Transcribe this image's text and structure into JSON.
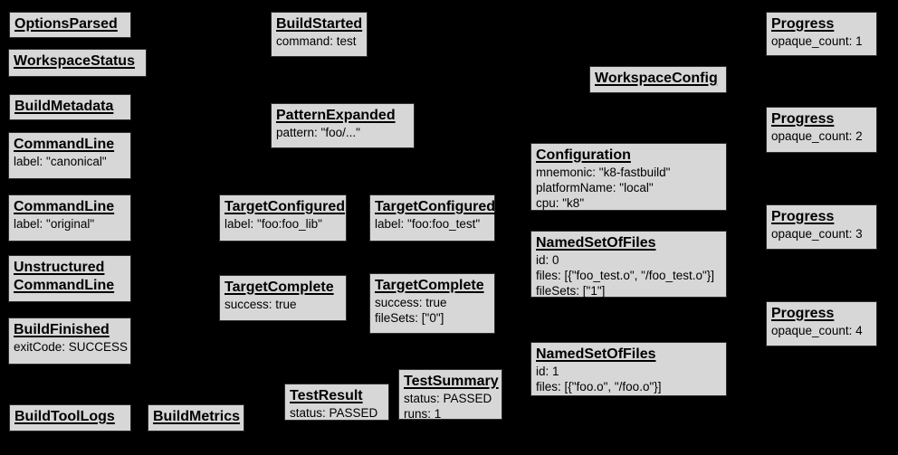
{
  "diagram": {
    "background": "#000000",
    "node_fill": "#d7d7d7",
    "node_border": "#2e2e2e",
    "text_color": "#000000"
  },
  "nodes": [
    {
      "title": "OptionsParsed",
      "lines": []
    },
    {
      "title": "WorkspaceStatus",
      "lines": []
    },
    {
      "title": "BuildMetadata",
      "lines": []
    },
    {
      "title": "CommandLine",
      "lines": [
        "label: \"canonical\""
      ]
    },
    {
      "title": "CommandLine",
      "lines": [
        "label: \"original\""
      ]
    },
    {
      "title": "Unstructured CommandLine",
      "lines": []
    },
    {
      "title": "BuildFinished",
      "lines": [
        "exitCode: SUCCESS"
      ]
    },
    {
      "title": "BuildToolLogs",
      "lines": []
    },
    {
      "title": "BuildMetrics",
      "lines": []
    },
    {
      "title": "BuildStarted",
      "lines": [
        "command: test"
      ]
    },
    {
      "title": "PatternExpanded",
      "lines": [
        "pattern: \"foo/...\""
      ]
    },
    {
      "title": "TargetConfigured",
      "lines": [
        "label: \"foo:foo_lib\""
      ]
    },
    {
      "title": "TargetConfigured",
      "lines": [
        "label: \"foo:foo_test\""
      ]
    },
    {
      "title": "TargetComplete",
      "lines": [
        "success: true"
      ]
    },
    {
      "title": "TargetComplete",
      "lines": [
        "success: true",
        "fileSets: [\"0\"]"
      ]
    },
    {
      "title": "TestResult",
      "lines": [
        "status: PASSED"
      ]
    },
    {
      "title": "TestSummary",
      "lines": [
        "status: PASSED",
        "runs: 1"
      ]
    },
    {
      "title": "WorkspaceConfig",
      "lines": []
    },
    {
      "title": "Configuration",
      "lines": [
        "mnemonic: \"k8-fastbuild\"",
        "platformName: \"local\"",
        "cpu: \"k8\""
      ]
    },
    {
      "title": "NamedSetOfFiles",
      "lines": [
        "id: 0",
        "files: [{\"foo_test.o\", \"/foo_test.o\"}]",
        "fileSets: [\"1\"]"
      ]
    },
    {
      "title": "NamedSetOfFiles",
      "lines": [
        "id: 1",
        "files: [{\"foo.o\", \"/foo.o\"}]"
      ]
    },
    {
      "title": "Progress",
      "lines": [
        "opaque_count: 1"
      ]
    },
    {
      "title": "Progress",
      "lines": [
        "opaque_count: 2"
      ]
    },
    {
      "title": "Progress",
      "lines": [
        "opaque_count: 3"
      ]
    },
    {
      "title": "Progress",
      "lines": [
        "opaque_count: 4"
      ]
    }
  ]
}
